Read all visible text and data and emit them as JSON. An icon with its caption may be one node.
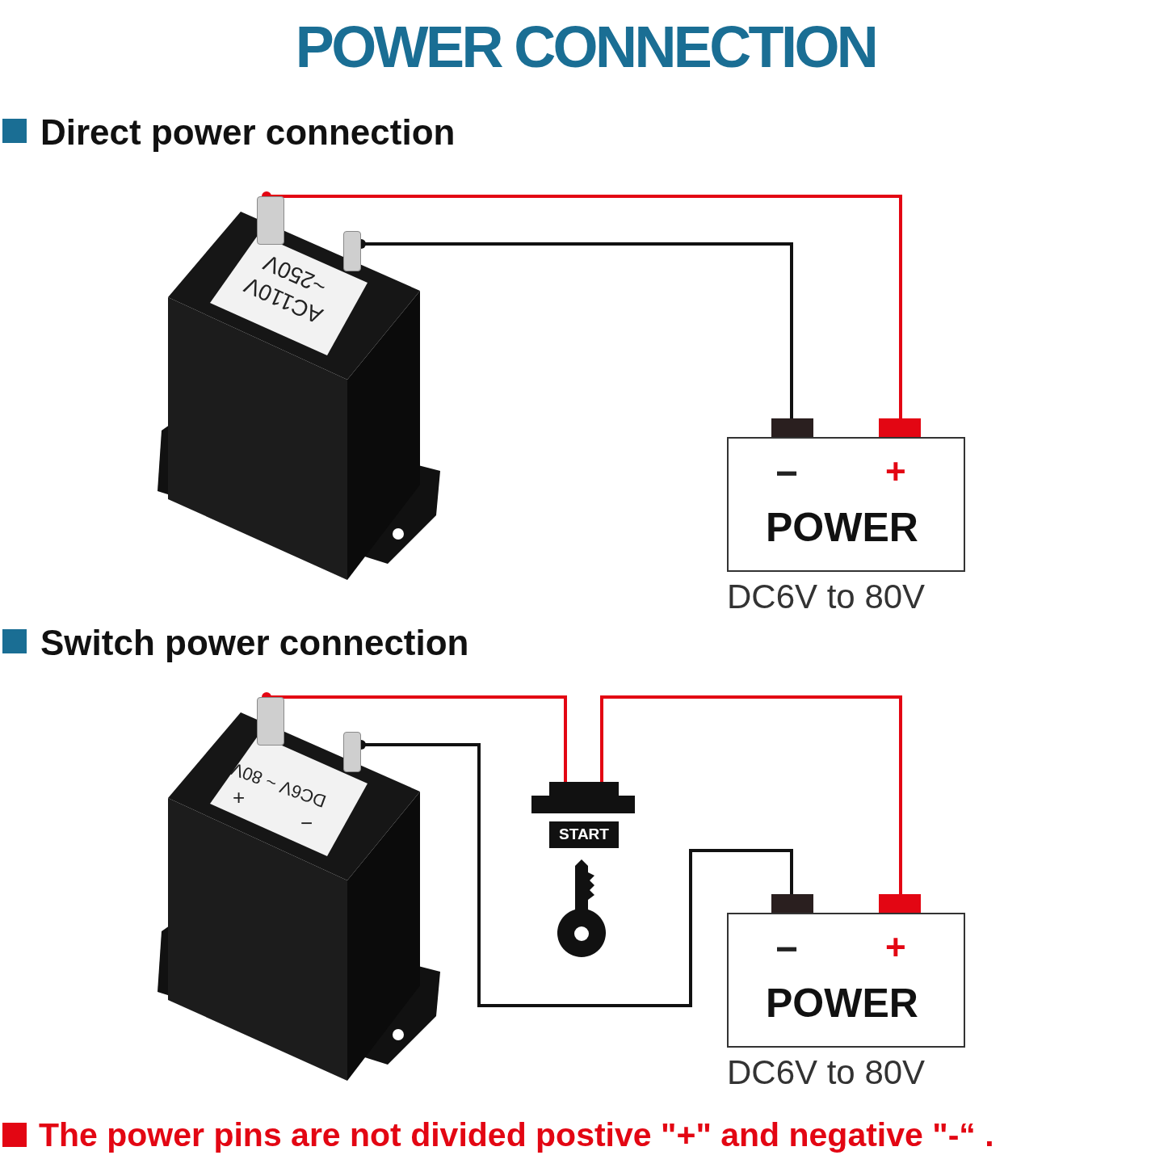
{
  "diagram": {
    "title": "POWER CONNECTION",
    "nodes": [
      {
        "text": [
          "AC110V ~250V"
        ]
      },
      {
        "text": [],
        "shape": "box",
        "in": 0
      },
      {
        "text": [],
        "shape": "box",
        "in": 0
      },
      {
        "text": [
          "−",
          "+",
          "POWER"
        ],
        "beside": [
          "DC6V to 80V"
        ]
      },
      {
        "text": [
          "DC6V ~ 80V",
          "+",
          "−"
        ]
      },
      {
        "text": [],
        "shape": "box",
        "in": 4
      },
      {
        "text": [],
        "shape": "box",
        "in": 4
      },
      {
        "text": [
          "START"
        ]
      },
      {
        "text": [
          "−",
          "+",
          "POWER"
        ],
        "beside": [
          "DC6V to 80V"
        ]
      }
    ],
    "edges": [
      {
        "from": 1,
        "to": 3,
        "arrow": "other",
        "color": "#e30613"
      },
      {
        "from": 2,
        "to": 3,
        "arrow": "other",
        "color": "#111111"
      },
      {
        "from": 5,
        "to": 7,
        "arrow": "other",
        "color": "#e30613"
      },
      {
        "from": 7,
        "to": 8,
        "arrow": "none",
        "color": "#e30613"
      },
      {
        "from": 6,
        "to": 8,
        "arrow": "other",
        "color": "#111111"
      }
    ],
    "labels": [
      "Direct power connection",
      "Switch power connection",
      "The power pins are not divided postive \"+\" and negative \"-“ ."
    ]
  }
}
